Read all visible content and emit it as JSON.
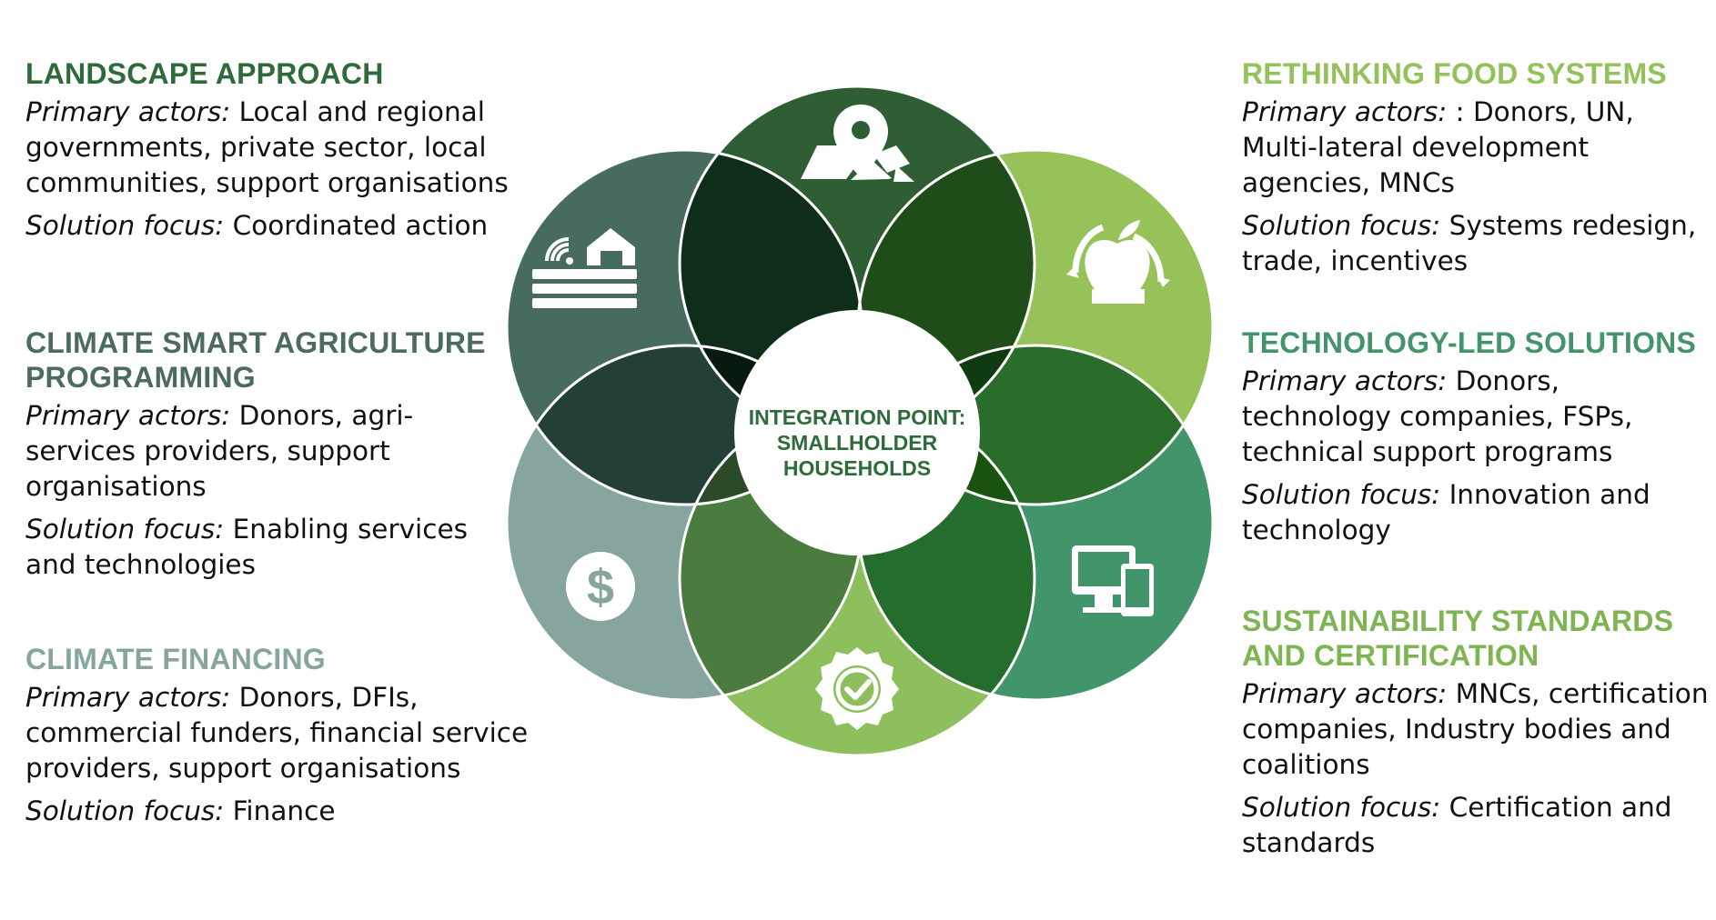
{
  "colors": {
    "landscape": "#2e6b3a",
    "food": "#93c15a",
    "technology": "#43946a",
    "sustainability": "#7fb452",
    "financing": "#8aa9a1",
    "csa": "#4a6b5e",
    "center_text": "#2e6b3a"
  },
  "labels": {
    "primary": "Primary actors:",
    "solution": "Solution focus:"
  },
  "center": {
    "line1": "INTEGRATION POINT:",
    "line2": "SMALLHOLDER",
    "line3": "HOUSEHOLDS"
  },
  "left": {
    "landscape": {
      "title": "LANDSCAPE APPROACH",
      "actors": "Local and regional governments, private sector, local communities, support organisations",
      "focus": "Coordinated action"
    },
    "csa": {
      "title_line1": "CLIMATE SMART AGRICULTURE",
      "title_line2": "PROGRAMMING",
      "actors": "Donors, agri-services providers, support organisations",
      "focus": "Enabling services and technologies"
    },
    "financing": {
      "title": "CLIMATE FINANCING",
      "actors": "Donors, DFIs, commercial funders, financial service providers, support organisations",
      "focus": "Finance"
    }
  },
  "right": {
    "food": {
      "title": "RETHINKING FOOD SYSTEMS",
      "actors": ":  Donors, UN, Multi-lateral development agencies, MNCs",
      "focus": "Systems redesign, trade, incentives"
    },
    "technology": {
      "title": "TECHNOLOGY-LED SOLUTIONS",
      "actors": "Donors, technology  companies, FSPs, technical support programs",
      "focus": "Innovation and technology"
    },
    "sustainability": {
      "title_line1": "SUSTAINABILITY STANDARDS",
      "title_line2": "AND CERTIFICATION",
      "actors": "MNCs, certification companies, Industry bodies and coalitions",
      "focus": "Certification and standards"
    }
  },
  "icons": {
    "landscape": "map-pin-icon",
    "food": "apple-recycle-icon",
    "technology": "devices-icon",
    "sustainability": "certified-badge-icon",
    "financing": "dollar-coin-icon",
    "csa": "smart-farm-icon"
  }
}
